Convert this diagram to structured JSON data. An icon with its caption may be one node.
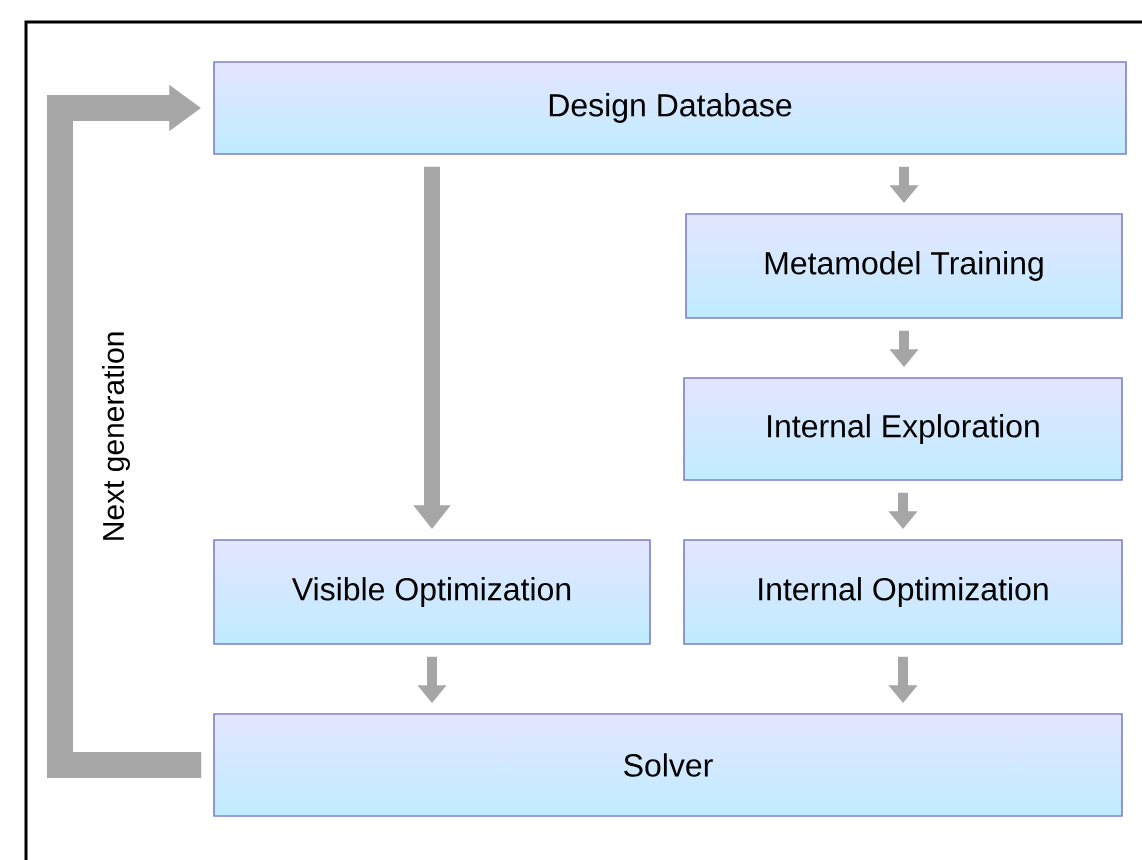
{
  "diagram": {
    "nodes": [
      {
        "text": [
          "Design Database"
        ]
      },
      {
        "text": [
          "Metamodel Training"
        ]
      },
      {
        "text": [
          "Internal Exploration"
        ]
      },
      {
        "text": [
          "Visible Optimization"
        ]
      },
      {
        "text": [
          "Internal Optimization"
        ]
      },
      {
        "text": [
          "Solver"
        ]
      }
    ],
    "edges": [
      {
        "from": 0,
        "to": 1,
        "arrow": "to"
      },
      {
        "from": 1,
        "to": 2,
        "arrow": "to"
      },
      {
        "from": 2,
        "to": 4,
        "arrow": "to"
      },
      {
        "from": 0,
        "to": 3,
        "arrow": "to"
      },
      {
        "from": 3,
        "to": 5,
        "arrow": "to"
      },
      {
        "from": 4,
        "to": 5,
        "arrow": "to"
      },
      {
        "from": 5,
        "to": 0,
        "arrow": "to",
        "label": "Next generation",
        "style": "thick"
      }
    ]
  }
}
